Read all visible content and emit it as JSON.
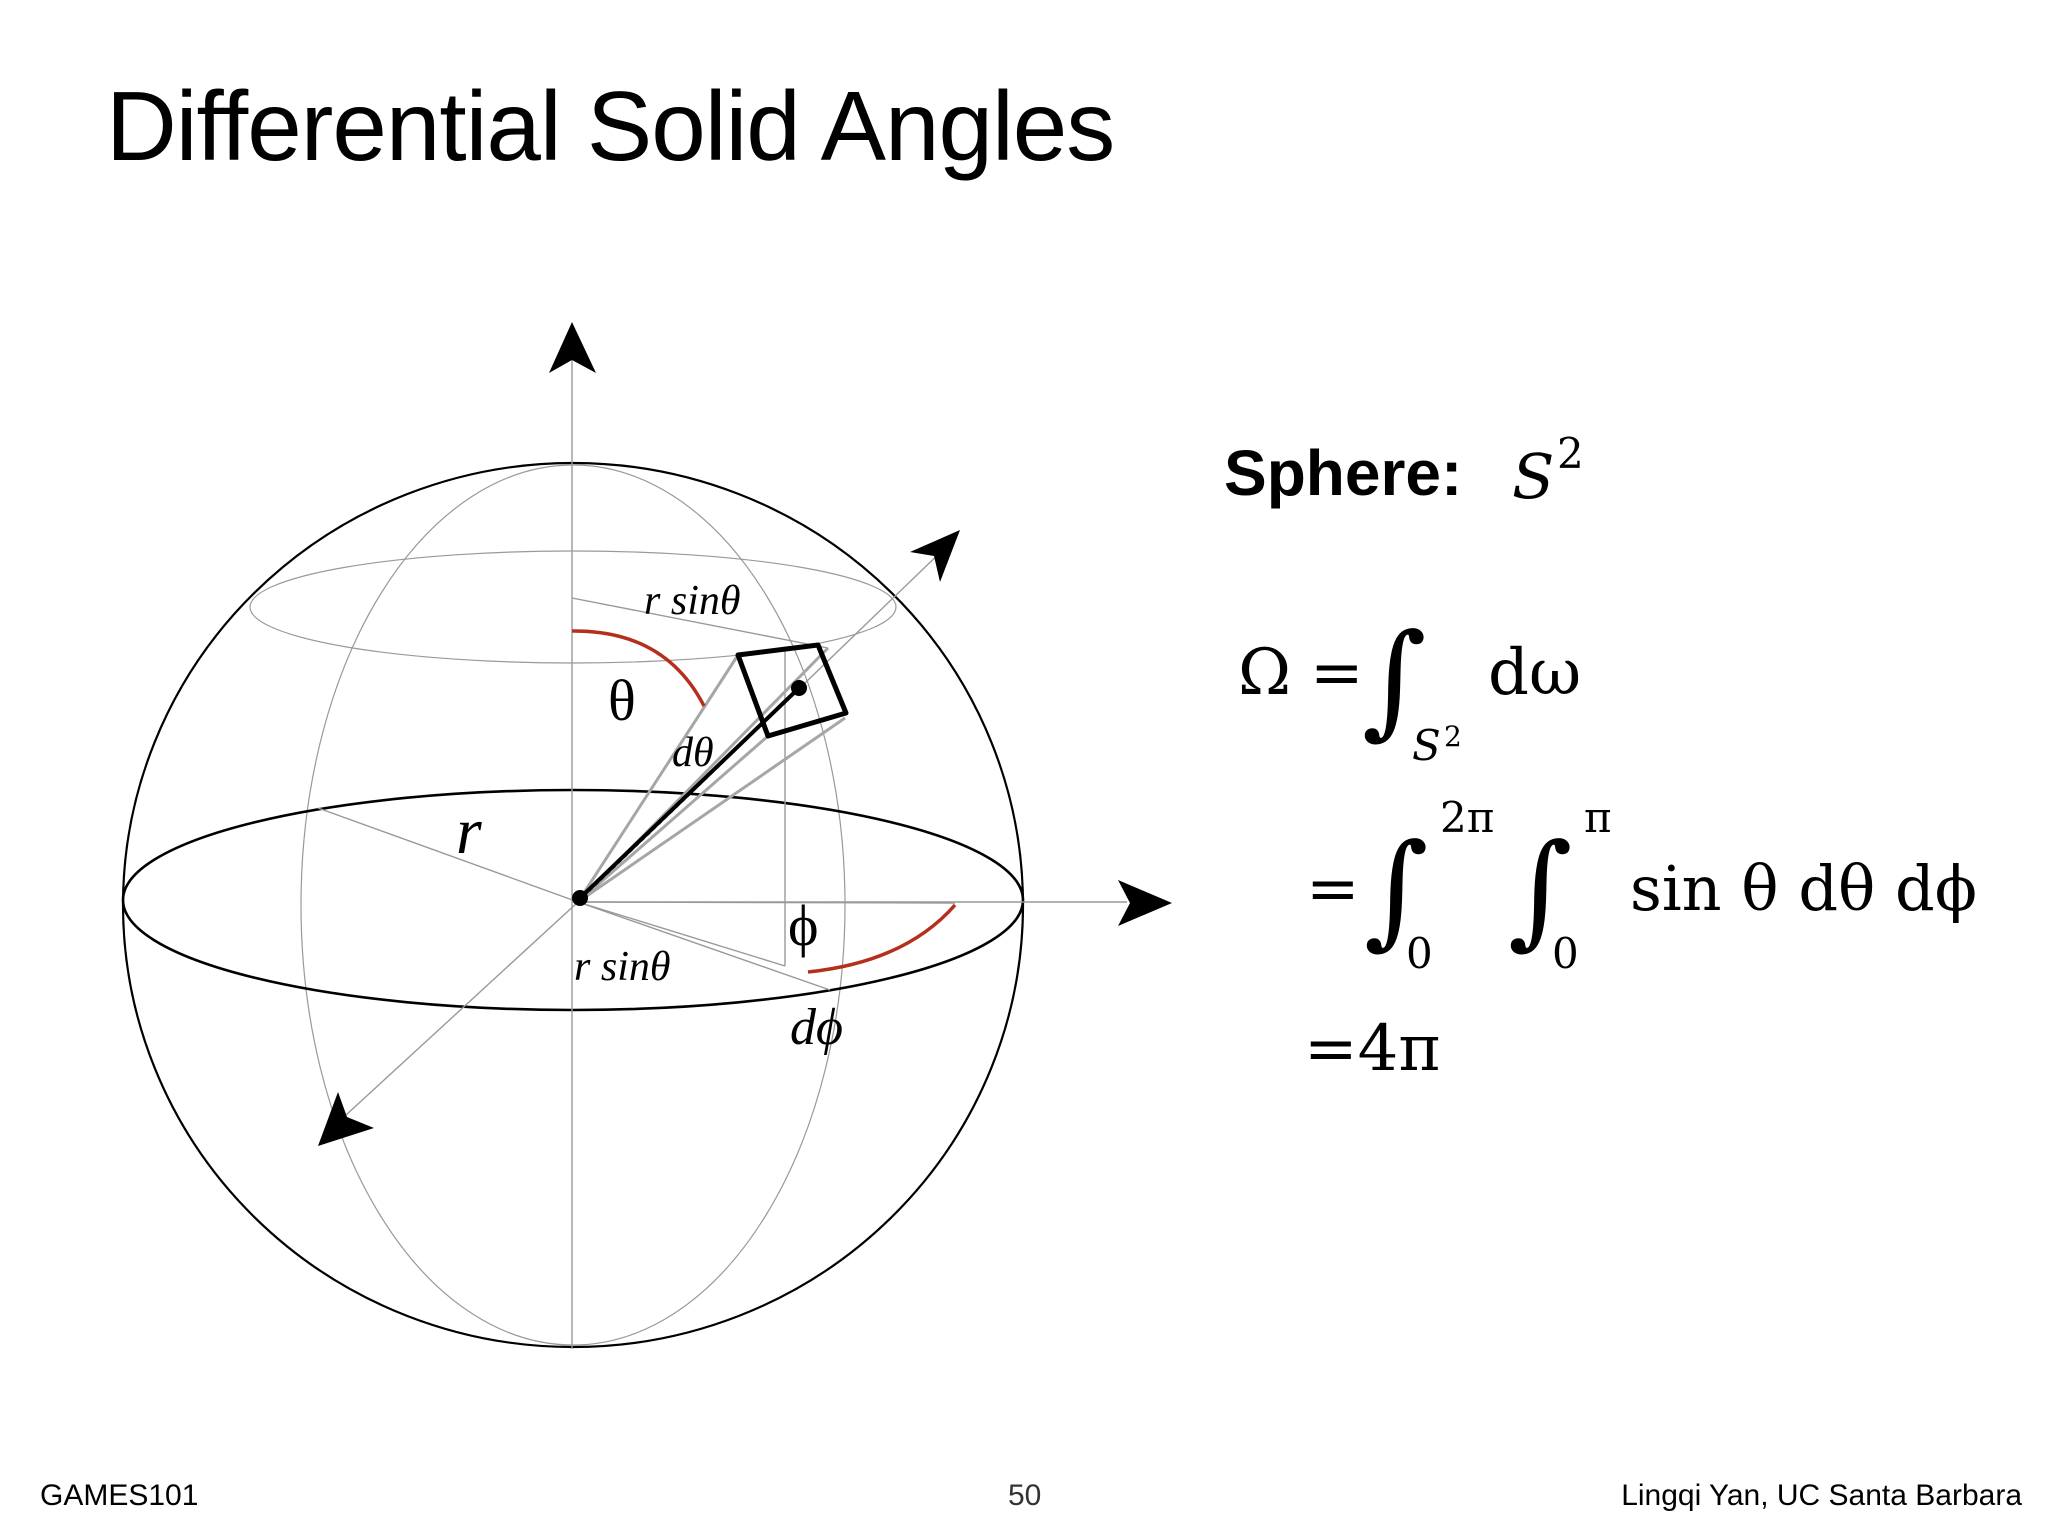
{
  "slide": {
    "title": "Differential Solid Angles",
    "page_number": "50",
    "course": "GAMES101",
    "author": "Lingqi Yan, UC Santa Barbara"
  },
  "diagram": {
    "labels": {
      "r_sin_theta_top": "r sinθ",
      "theta": "θ",
      "d_theta": "dθ",
      "r": "r",
      "phi": "ϕ",
      "r_sin_theta_bottom": "r sinθ",
      "d_phi": "dϕ"
    },
    "colors": {
      "angle_arc": "#b5301c",
      "wire": "#999999",
      "wedge": "#a6a6a6",
      "outline": "#000000"
    }
  },
  "equations": {
    "sphere_label": "Sphere:",
    "sphere_symbol": "S",
    "sphere_exp": "2",
    "omega": "Ω",
    "equals": "=",
    "integral": "∫",
    "domain_S": "S",
    "domain_exp": "2",
    "d_omega": "dω",
    "upper_2pi": "2π",
    "upper_pi": "π",
    "lower_0": "0",
    "integrand": "sin θ dθ dϕ",
    "result": "=4π"
  }
}
